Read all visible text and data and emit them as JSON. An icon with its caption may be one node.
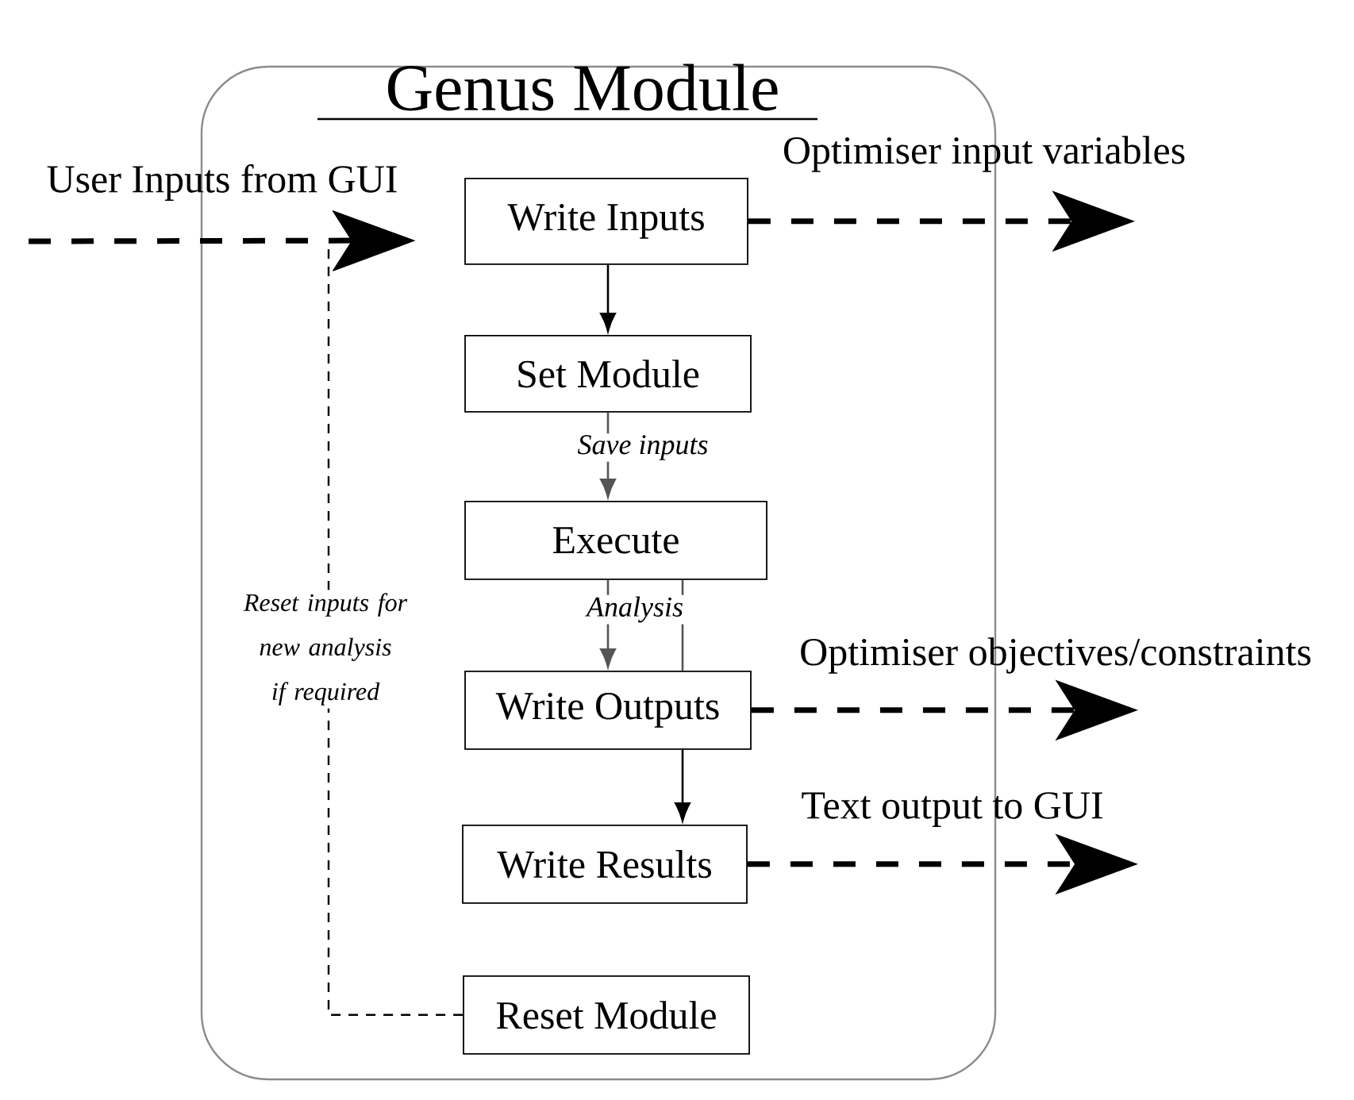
{
  "diagram": {
    "nodes": [
      {
        "text": [
          "Genus Module"
        ]
      },
      {
        "text": [
          "Write Inputs"
        ],
        "in": 0
      },
      {
        "text": [
          "Set Module"
        ],
        "in": 0
      },
      {
        "text": [
          "Execute"
        ],
        "in": 0
      },
      {
        "text": [
          "Write Outputs"
        ],
        "in": 0
      },
      {
        "text": [
          "Write Results"
        ],
        "in": 0
      },
      {
        "text": [
          "Reset Module"
        ],
        "in": 0
      }
    ],
    "edges": [
      {
        "from": null,
        "to": 1,
        "arrow": "to",
        "style": "dashed",
        "label": "User Inputs from GUI"
      },
      {
        "from": 1,
        "to": 2,
        "arrow": "to"
      },
      {
        "from": 2,
        "to": 3,
        "arrow": "to",
        "color": "#555555",
        "label": "Save inputs"
      },
      {
        "from": 3,
        "to": 4,
        "arrow": "to",
        "color": "#555555",
        "label": "Analysis"
      },
      {
        "from": 3,
        "to": 4,
        "arrow": "none",
        "color": "#555555"
      },
      {
        "from": 4,
        "to": 5,
        "arrow": "to"
      },
      {
        "from": 1,
        "to": null,
        "arrow": "to",
        "style": "dashed",
        "label": "Optimiser input variables"
      },
      {
        "from": 4,
        "to": null,
        "arrow": "to",
        "style": "dashed",
        "label": "Optimiser objectives/constraints"
      },
      {
        "from": 5,
        "to": null,
        "arrow": "to",
        "style": "dashed",
        "label": "Text output to GUI"
      },
      {
        "from": 6,
        "to": 1,
        "arrow": "to",
        "style": "dashed",
        "label": "Reset inputs for new analysis if required"
      }
    ]
  }
}
